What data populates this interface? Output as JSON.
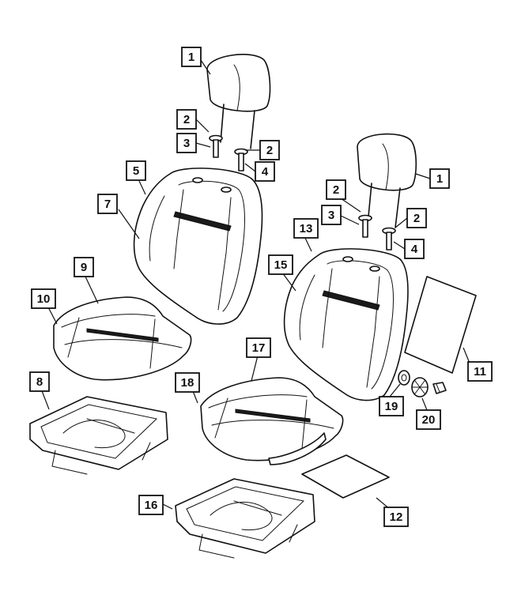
{
  "callouts": [
    {
      "id": "c1a",
      "label": "1"
    },
    {
      "id": "c2a",
      "label": "2"
    },
    {
      "id": "c3a",
      "label": "3"
    },
    {
      "id": "c2b",
      "label": "2"
    },
    {
      "id": "c4a",
      "label": "4"
    },
    {
      "id": "c5",
      "label": "5"
    },
    {
      "id": "c7",
      "label": "7"
    },
    {
      "id": "c9",
      "label": "9"
    },
    {
      "id": "c10",
      "label": "10"
    },
    {
      "id": "c8",
      "label": "8"
    },
    {
      "id": "c1b",
      "label": "1"
    },
    {
      "id": "c2c",
      "label": "2"
    },
    {
      "id": "c3b",
      "label": "3"
    },
    {
      "id": "c2d",
      "label": "2"
    },
    {
      "id": "c4b",
      "label": "4"
    },
    {
      "id": "c13",
      "label": "13"
    },
    {
      "id": "c15",
      "label": "15"
    },
    {
      "id": "c17",
      "label": "17"
    },
    {
      "id": "c18",
      "label": "18"
    },
    {
      "id": "c11",
      "label": "11"
    },
    {
      "id": "c19",
      "label": "19"
    },
    {
      "id": "c20",
      "label": "20"
    },
    {
      "id": "c12",
      "label": "12"
    },
    {
      "id": "c16",
      "label": "16"
    }
  ]
}
